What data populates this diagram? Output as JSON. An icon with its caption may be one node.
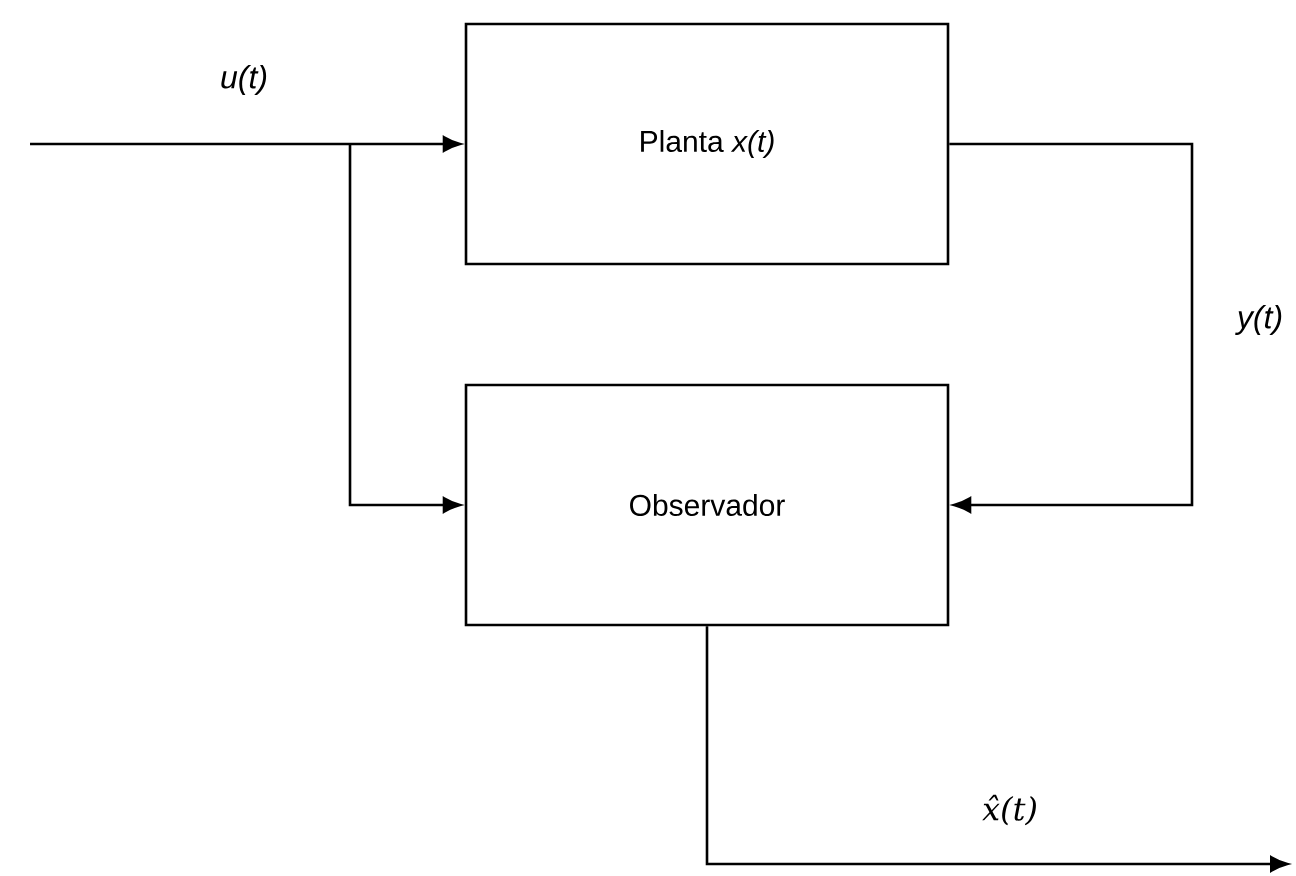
{
  "diagram": {
    "nodes": [
      {
        "text": [
          "Planta *x(t)*"
        ]
      },
      {
        "text": [
          "Observador"
        ]
      }
    ],
    "edges": [
      {
        "from": null,
        "to": 0,
        "arrow": "to",
        "label": "u(t)"
      },
      {
        "from": null,
        "to": 1,
        "arrow": "to"
      },
      {
        "from": 0,
        "to": 1,
        "arrow": "to",
        "label": "y(t)"
      },
      {
        "from": 1,
        "to": null,
        "arrow": "to",
        "label": "x̂(t)"
      }
    ]
  }
}
